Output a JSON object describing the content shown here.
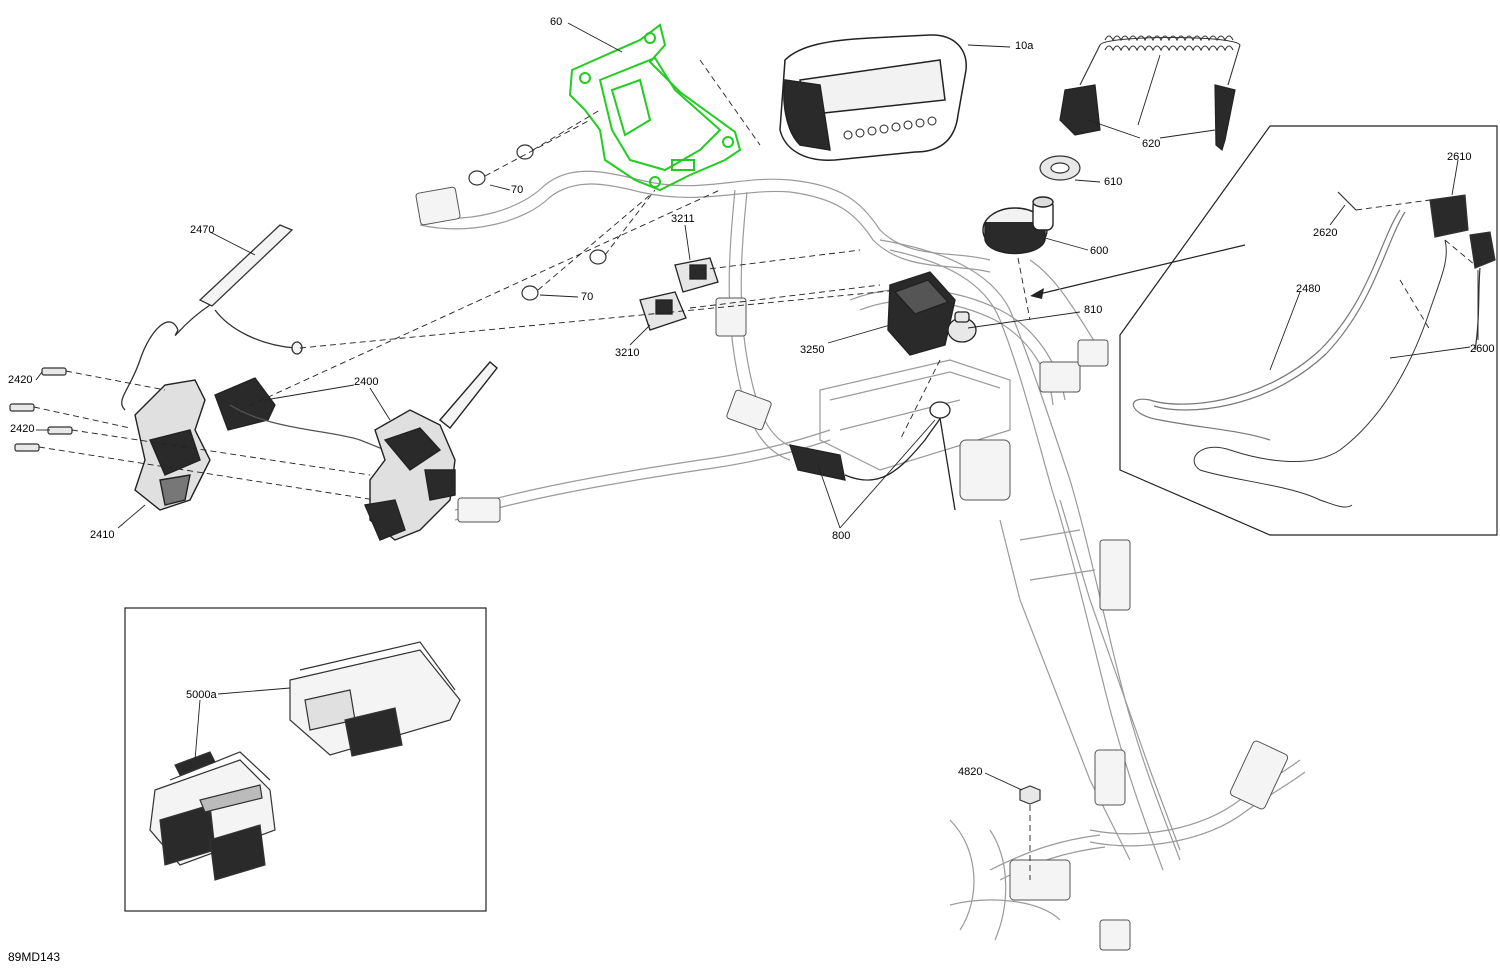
{
  "diagram_code": "89MD143",
  "colors": {
    "line": "#222222",
    "light_line": "#9a9a9a",
    "highlight": "#22cc22",
    "part_fill": "#e8e8e8",
    "dark_part": "#2a2a2a"
  },
  "callouts": {
    "c60": "60",
    "c10a": "10a",
    "c620": "620",
    "c610": "610",
    "c600": "600",
    "c70a": "70",
    "c70b": "70",
    "c3211": "3211",
    "c3210": "3210",
    "c3250": "3250",
    "c810": "810",
    "c800": "800",
    "c2470": "2470",
    "c2420a": "2420",
    "c2420b": "2420",
    "c2400": "2400",
    "c2410": "2410",
    "c2610": "2610",
    "c2620": "2620",
    "c2480": "2480",
    "c2600": "2600",
    "c5000a": "5000a",
    "c4820": "4820"
  }
}
